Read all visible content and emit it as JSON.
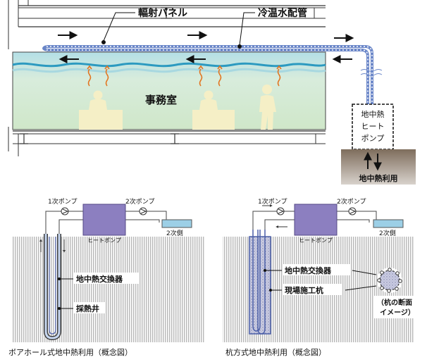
{
  "top_diagram": {
    "label_panel": "輻射パネル",
    "label_piping": "冷温水配管",
    "label_room": "事務室",
    "heatpump_line1": "地中熱",
    "heatpump_line2": "ヒート",
    "heatpump_line3": "ポンプ",
    "ground_label": "地中熱利用"
  },
  "left_diagram": {
    "pump1": "1次ポンプ",
    "pump2": "2次ポンプ",
    "heatpump": "ヒートポンプ",
    "secondary_side": "2次側",
    "exchanger": "地中熱交換器",
    "well": "採熱井",
    "caption": "ボアホール式地中熱利用（概念図）"
  },
  "right_diagram": {
    "pump1": "1次ポンプ",
    "pump2": "2次ポンプ",
    "heatpump": "ヒートポンプ",
    "secondary_side": "2次側",
    "exchanger": "地中熱交換器",
    "pile": "現場施工杭",
    "section_line1": "（杭の断面",
    "section_line2": "イメージ）",
    "caption": "杭方式地中熱利用（概念図）"
  },
  "colors": {
    "room_top": "#b4dfe6",
    "room_mid": "#dceedd",
    "room_bottom": "#cfe7c9",
    "wave": "#2c9ac0",
    "pipe": "#6a86c8",
    "heat_arrow": "#e3741e",
    "person": "#f5efc6",
    "heatpump_box": "#8c7fc0",
    "secondary_box": "#9ccfe6",
    "ground_block": "#8a7868",
    "stripe": "#9a9a9a"
  }
}
